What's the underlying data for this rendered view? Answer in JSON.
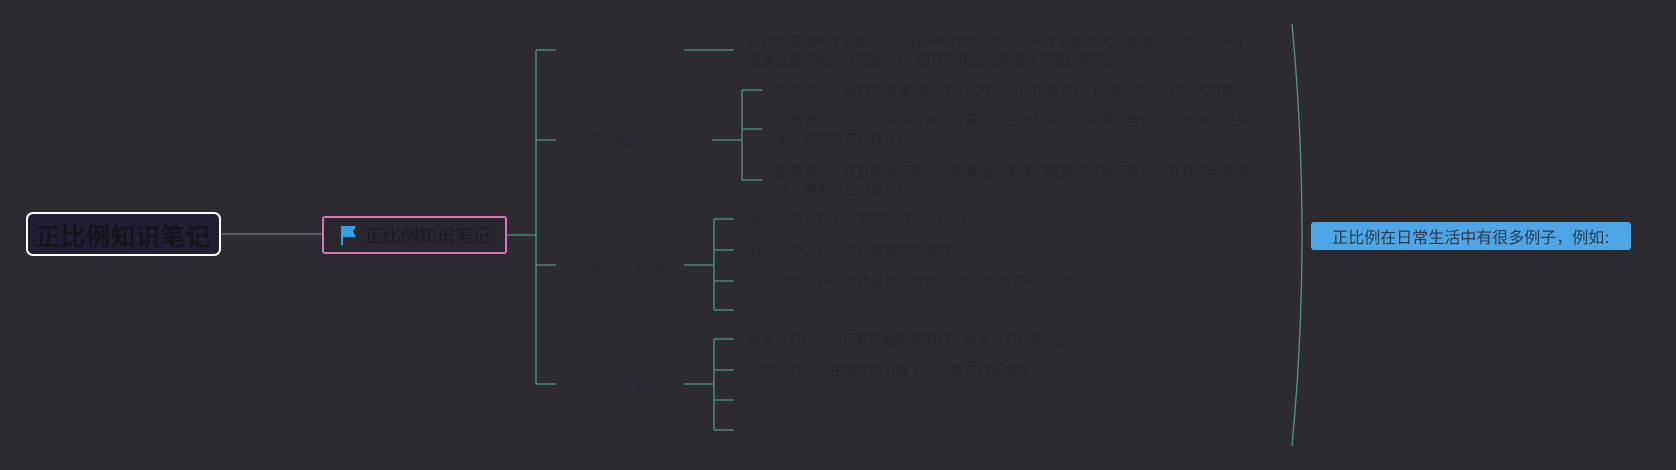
{
  "root": {
    "title": "正比例知识笔记"
  },
  "main_topic": {
    "title": "正比例知识笔记",
    "icon": "flag-icon",
    "border_color": "#d277b8"
  },
  "branches": [
    {
      "title": "1. 正比例的定义",
      "items": [
        "正比例是指两个变量之间存在一种比例关系，当一个变量增大（或减小）时，另一个变量也相应增大（或减小），而且变化的比例保持不变的情况。"
      ]
    },
    {
      "title": "2. 正比例的表示方式",
      "items": [
        "等式表示：当两个变量x和y成正比时，可以用等式y = kx来表示，其中k为常数。",
        "图表表示：可以绘制x和y两个变量的值在坐标系上，如果这些值存在一种直线关系，则表明它们成正比。",
        "图像表示：在直角坐标系上，如果两个变量的图像通过坐标原点，并且是一条直线，则表示它们成正比。"
      ]
    },
    {
      "title": "3. 正比例的性质",
      "items": [
        "当x = 0时，对于任意的k，有y = k * 0 = 0。",
        "当x > 0时，y与x的比值始终为常数k。",
        "当x < 0时，y与x的比值也是常数k，但可能有符号上的变化。",
        ""
      ]
    },
    {
      "title": "4. 正比例的例子",
      "items": [
        "速度与时间：当行驶的距离相同时，速度与时间成正比。",
        "人数与时间：在恒定的节奏下，人数与时间成正比。",
        "",
        ""
      ]
    }
  ],
  "summary": {
    "text": "正比例在日常生活中有很多例子，例如:",
    "color": "#4fa6e6"
  },
  "colors": {
    "background": "#2d2a30",
    "connector": "#4a9a86",
    "root_border": "#ffffff"
  }
}
